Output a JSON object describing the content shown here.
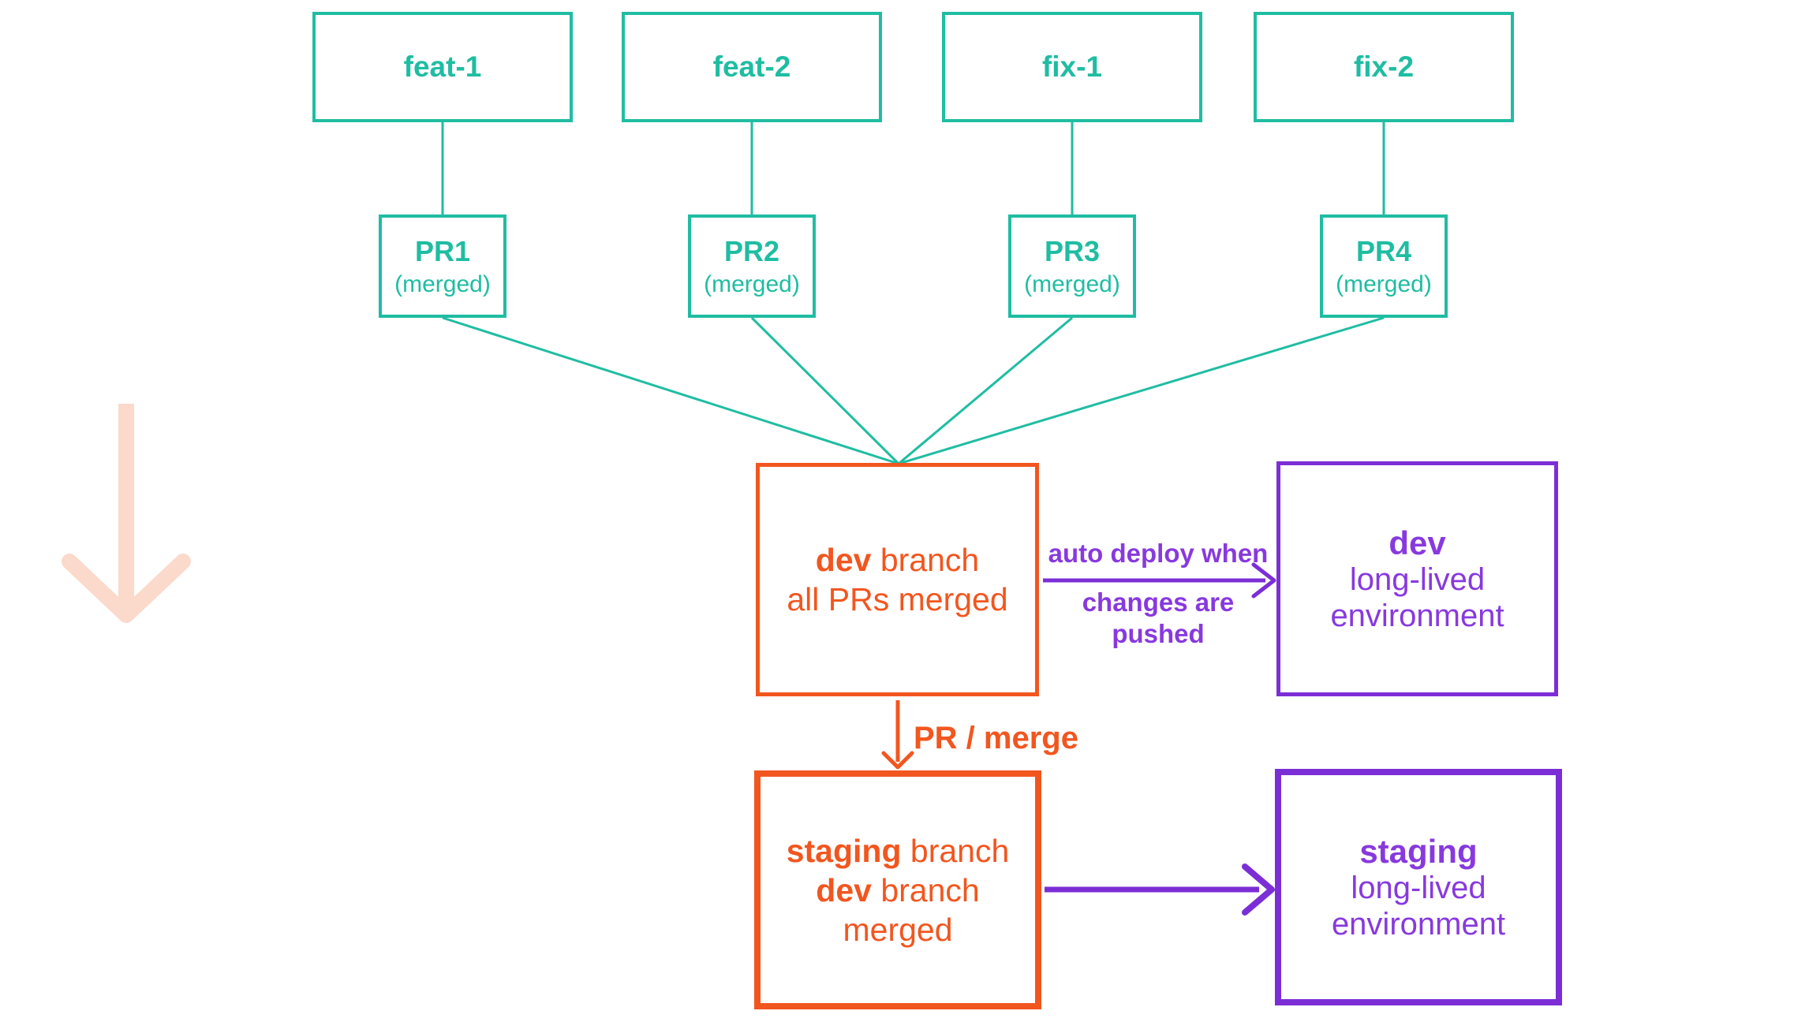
{
  "colors": {
    "teal": "#1FBDA2",
    "orange": "#F2561F",
    "purple_border": "#7C2ED6",
    "purple_text": "#8839DE",
    "pink": "#FBD9CB",
    "background": "#ffffff"
  },
  "diagram": {
    "feature_branches": [
      "feat-1",
      "feat-2",
      "fix-1",
      "fix-2"
    ],
    "pull_requests": [
      {
        "title": "PR1",
        "status": "(merged)"
      },
      {
        "title": "PR2",
        "status": "(merged)"
      },
      {
        "title": "PR3",
        "status": "(merged)"
      },
      {
        "title": "PR4",
        "status": "(merged)"
      }
    ],
    "dev_branch": {
      "title_emphasis": "dev",
      "title_rest": " branch",
      "subtitle": "all PRs merged"
    },
    "auto_deploy": {
      "line1": "auto deploy when",
      "line2": "changes are pushed"
    },
    "dev_environment": {
      "title": "dev",
      "line1": "long-lived",
      "line2": "environment"
    },
    "pr_merge_label": "PR / merge",
    "staging_branch": {
      "title_emphasis": "staging",
      "title_rest": " branch",
      "subtitle_emphasis": "dev",
      "subtitle_rest": " branch merged"
    },
    "staging_environment": {
      "title": "staging",
      "line1": "long-lived",
      "line2": "environment"
    }
  }
}
